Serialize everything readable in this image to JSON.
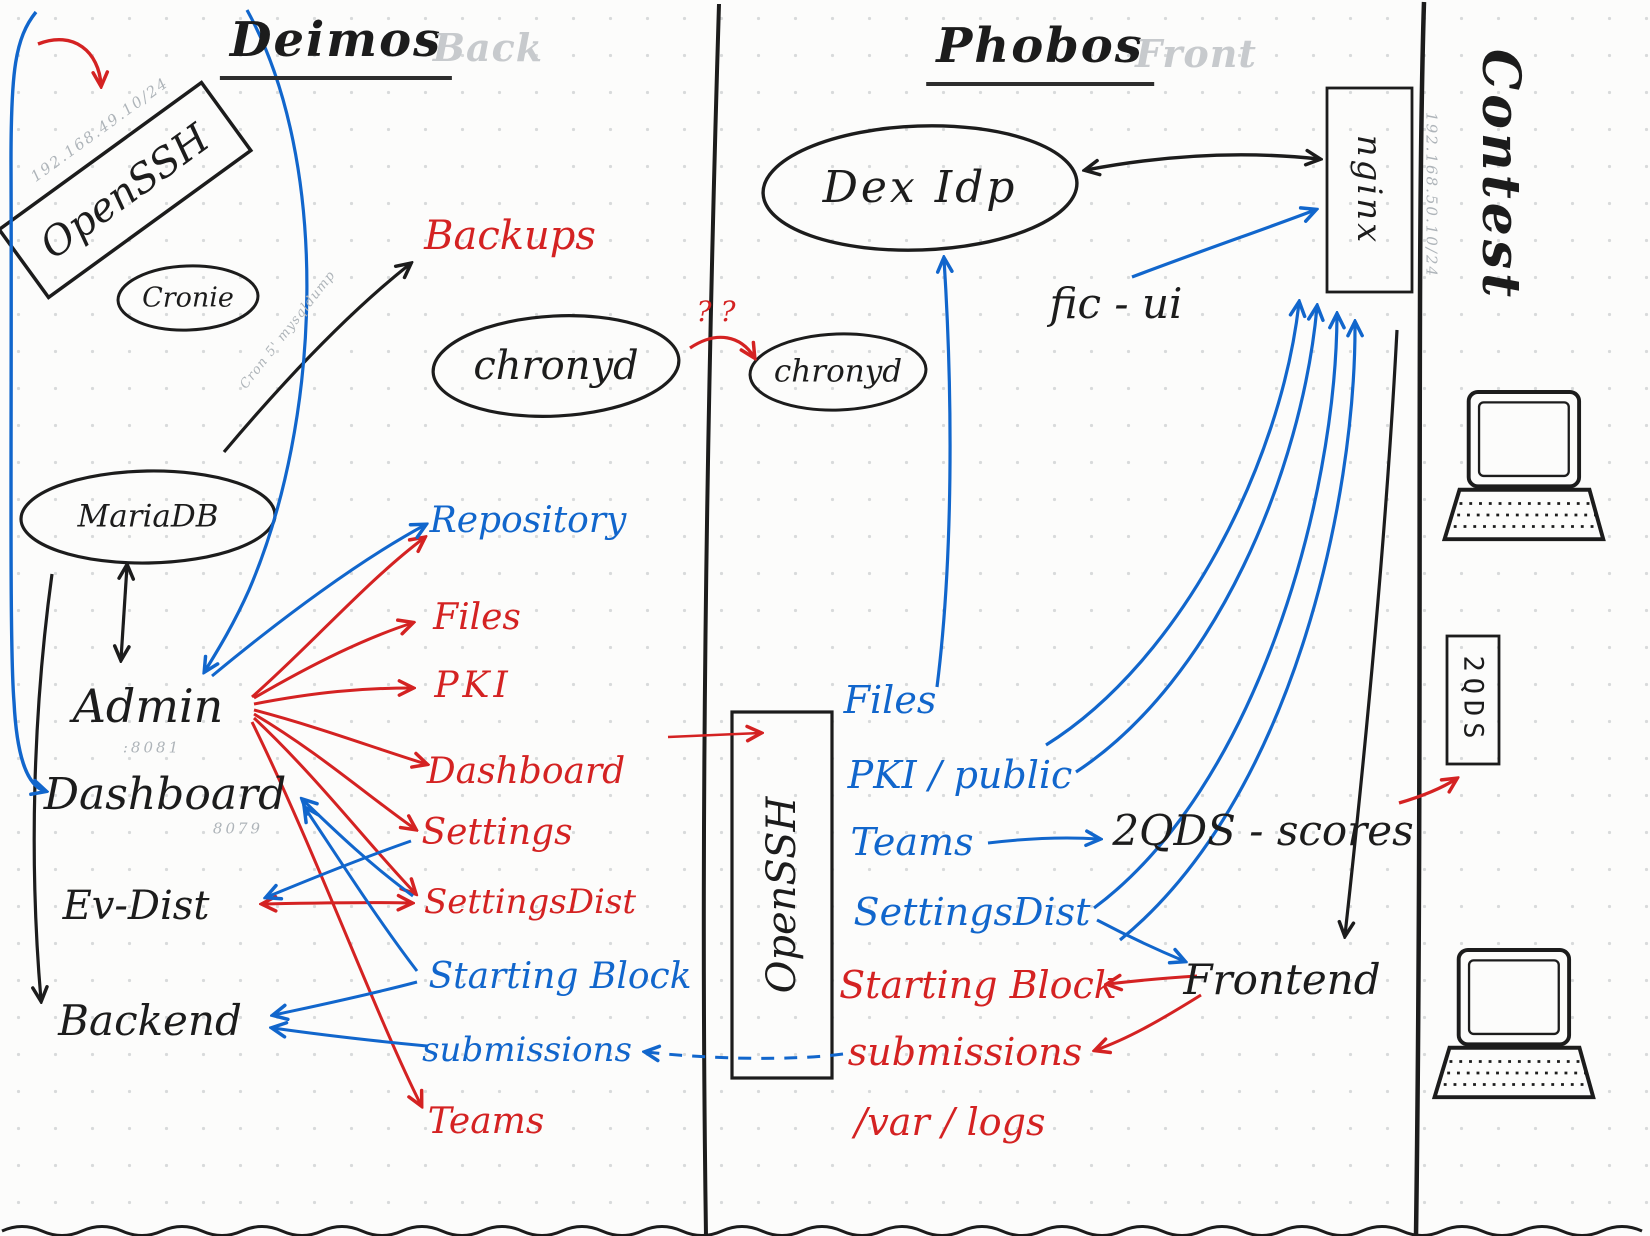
{
  "colors": {
    "ink": "#1c1c1c",
    "blue": "#1166cc",
    "red": "#d42222",
    "gray": "#aeb4b9"
  },
  "deimos": {
    "title": "Deimos",
    "subtitle": "Back",
    "nodes": {
      "openssh": "OpenSSH",
      "ip": "192.168.49.10/24",
      "cronie": "Cronie",
      "cron_note": "Cron 5' mysqldump",
      "backups": "Backups",
      "chronyd": "chronyd",
      "mariadb": "MariaDB",
      "admin": "Admin",
      "admin_port": ":8081",
      "dashboard": "Dashboard",
      "dashboard_port": "8079",
      "evdist": "Ev-Dist",
      "backend": "Backend"
    },
    "services": {
      "repository": "Repository",
      "files": "Files",
      "pki": "PKI",
      "dashboard": "Dashboard",
      "settings": "Settings",
      "settingsdist": "SettingsDist",
      "starting_block": "Starting Block",
      "submissions": "submissions",
      "teams": "Teams"
    }
  },
  "phobos": {
    "title": "Phobos",
    "subtitle": "Front",
    "nodes": {
      "dexidp": "Dex Idp",
      "chronyd": "chronyd",
      "question_marks": "?  ?",
      "ficui": "fic - ui",
      "nginx": "nginx",
      "ip": "192.168.50.10/24",
      "openssh": "OpenSSH",
      "scores": "2QDS - scores",
      "frontend": "Frontend"
    },
    "services": {
      "files": "Files",
      "pki_public": "PKI / public",
      "teams": "Teams",
      "settingsdist": "SettingsDist",
      "starting_block": "Starting Block",
      "submissions": "submissions",
      "var_logs": "/var / logs"
    }
  },
  "contest": {
    "title": "Contest",
    "zqds": "2QDS"
  }
}
